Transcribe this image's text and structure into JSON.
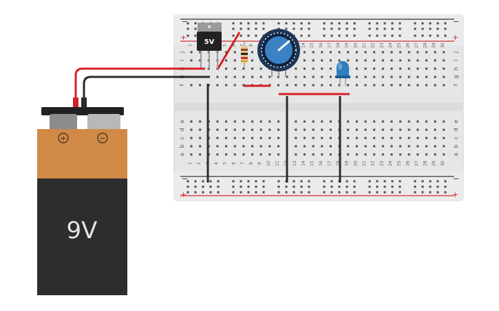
{
  "battery": {
    "voltage_label": "9V",
    "plus_symbol": "+",
    "minus_symbol": "−",
    "body_color": "#2d2d2d",
    "top_color": "#d08a46"
  },
  "regulator": {
    "label": "5V"
  },
  "breadboard": {
    "rail_plus_symbol": "+",
    "rail_minus_symbol": "−",
    "row_letters_top": [
      "j",
      "i",
      "h",
      "g",
      "f"
    ],
    "row_letters_bottom": [
      "e",
      "d",
      "c",
      "b",
      "a"
    ],
    "column_numbers": [
      "1",
      "2",
      "3",
      "4",
      "5",
      "6",
      "7",
      "8",
      "9",
      "10",
      "11",
      "12",
      "13",
      "14",
      "15",
      "16",
      "17",
      "18",
      "19",
      "20",
      "21",
      "22",
      "23",
      "24",
      "25",
      "26",
      "27",
      "28",
      "29",
      "30"
    ]
  },
  "colors": {
    "board": "#e8e8e8",
    "rail_red": "#d32f2f",
    "rail_black": "#333333",
    "wire_red": "#d61f26",
    "wire_black": "#2b2b2b",
    "pot_knob": "#3b82c4",
    "led": "#2f7fc0"
  }
}
